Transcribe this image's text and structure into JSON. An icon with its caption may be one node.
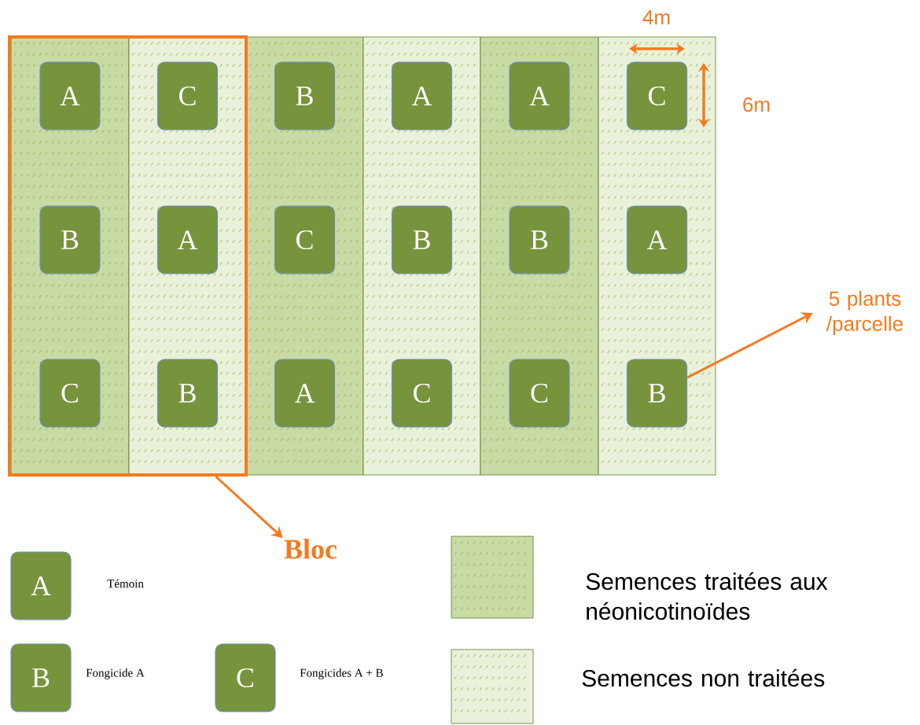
{
  "diagram": {
    "nodes": [
      {
        "text": [],
        "shape": "box"
      },
      {
        "text": [],
        "shape": "box",
        "in": 0
      },
      {
        "text": [],
        "shape": "box",
        "in": 0
      },
      {
        "text": [],
        "shape": "box"
      },
      {
        "text": [],
        "shape": "box"
      },
      {
        "text": [],
        "shape": "box"
      },
      {
        "text": [],
        "shape": "box"
      },
      {
        "text": [
          "A"
        ],
        "in": 1
      },
      {
        "text": [
          "C"
        ],
        "in": 2
      },
      {
        "text": [
          "B"
        ],
        "in": 3
      },
      {
        "text": [
          "A"
        ],
        "in": 4
      },
      {
        "text": [
          "A"
        ],
        "in": 5
      },
      {
        "text": [
          "C"
        ],
        "in": 6
      },
      {
        "text": [
          "B"
        ],
        "in": 1
      },
      {
        "text": [
          "A"
        ],
        "in": 2
      },
      {
        "text": [
          "C"
        ],
        "in": 3
      },
      {
        "text": [
          "B"
        ],
        "in": 4
      },
      {
        "text": [
          "B"
        ],
        "in": 5
      },
      {
        "text": [
          "A"
        ],
        "in": 6
      },
      {
        "text": [
          "C"
        ],
        "in": 1
      },
      {
        "text": [
          "B"
        ],
        "in": 2
      },
      {
        "text": [
          "A"
        ],
        "in": 3
      },
      {
        "text": [
          "C"
        ],
        "in": 4
      },
      {
        "text": [
          "C"
        ],
        "in": 5
      },
      {
        "text": [
          "B"
        ],
        "in": 6
      },
      {
        "text": [
          "5 plants /parcelle"
        ]
      },
      {
        "text": [
          "Bloc"
        ]
      },
      {
        "text": [
          "A"
        ],
        "beside": [
          "Témoin"
        ]
      },
      {
        "text": [
          "B"
        ],
        "beside": [
          "Fongicide A"
        ]
      },
      {
        "text": [
          "C"
        ],
        "beside": [
          "Fongicides A + B"
        ]
      }
    ],
    "edges": [
      {
        "from": 24,
        "to": 25,
        "arrow": "to"
      },
      {
        "from": 0,
        "to": 26,
        "arrow": "to"
      }
    ],
    "labels": [
      "4m",
      "6m"
    ],
    "legend": [
      {
        "text": "Semences traitées aux néonicotinoïdes",
        "color": "#c9dba5"
      },
      {
        "text": "Semences non traitées",
        "color": "#eaf1da"
      }
    ]
  }
}
